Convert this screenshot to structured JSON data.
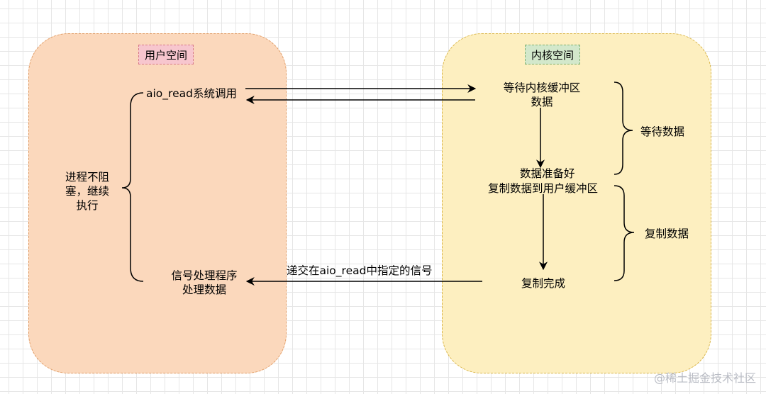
{
  "user_space": {
    "title": "用户空间",
    "syscall": "aio_read系统调用",
    "nonblock": [
      "进程不阻",
      "塞，继续",
      "执行"
    ],
    "handler": [
      "信号处理程序",
      "处理数据"
    ]
  },
  "kernel_space": {
    "title": "内核空间",
    "wait_buffer": [
      "等待内核缓冲区",
      "数据"
    ],
    "data_ready": "数据准备好",
    "copy_data": "复制数据到用户缓冲区",
    "copy_done": "复制完成",
    "phase_wait": "等待数据",
    "phase_copy": "复制数据"
  },
  "signal_label": "递交在aio_read中指定的信号",
  "watermark": "@稀土掘金技术社区",
  "colors": {
    "user_fill": "#fbd8bc",
    "kernel_fill": "#fdefc0",
    "user_tag_fill": "#f7c6ce",
    "kernel_tag_fill": "#d3e8cb"
  }
}
